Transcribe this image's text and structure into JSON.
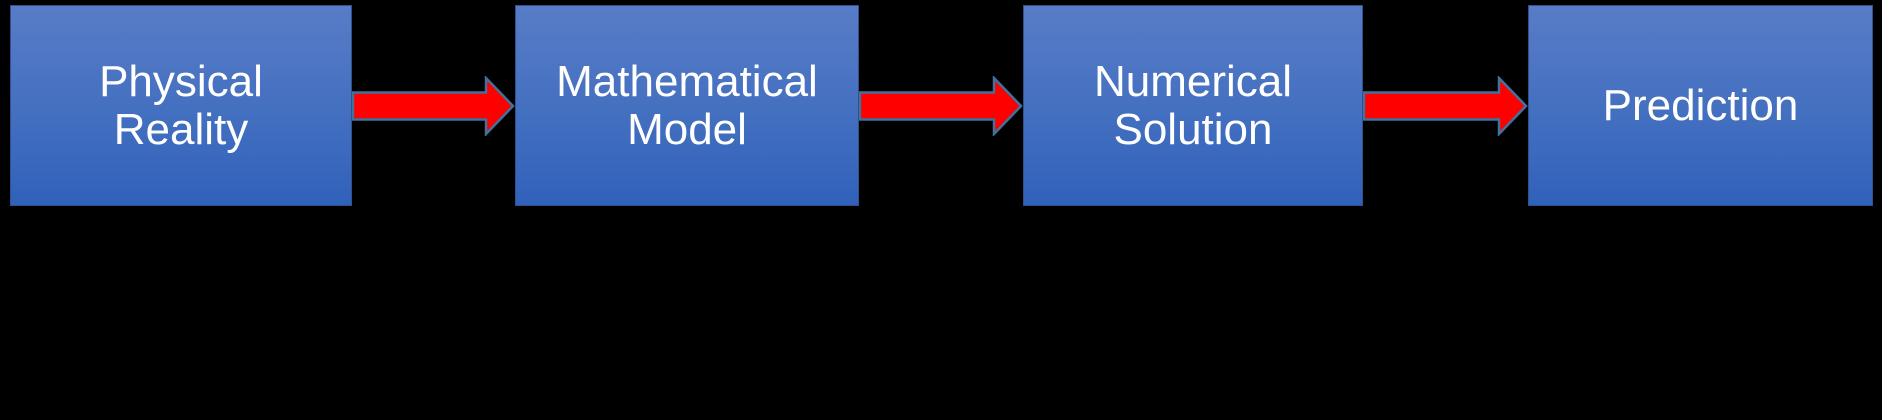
{
  "background_color": "#000000",
  "colors": {
    "background": "#000000",
    "box_gradient_top": "#587cc7",
    "box_gradient_mid": "#4470c0",
    "box_gradient_bottom": "#3061ba",
    "box_border": "#2f528f",
    "node_text": "#ffffff",
    "arrow_fill": "#ff0000",
    "arrow_outline": "#41719c"
  },
  "nodes": [
    {
      "id": "physical-reality",
      "label": "Physical Reality",
      "lines": [
        "Physical",
        "Reality"
      ]
    },
    {
      "id": "mathematical-model",
      "label": "Mathematical Model",
      "lines": [
        "Mathematical",
        "Model"
      ]
    },
    {
      "id": "numerical-solution",
      "label": "Numerical Solution",
      "lines": [
        "Numerical",
        "Solution"
      ]
    },
    {
      "id": "prediction",
      "label": "Prediction",
      "lines": [
        "Prediction"
      ]
    }
  ],
  "arrows": [
    {
      "from": "Physical Reality",
      "to": "Mathematical Model",
      "direction": "right"
    },
    {
      "from": "Mathematical Model",
      "to": "Numerical Solution",
      "direction": "right"
    },
    {
      "from": "Numerical Solution",
      "to": "Prediction",
      "direction": "right"
    }
  ]
}
